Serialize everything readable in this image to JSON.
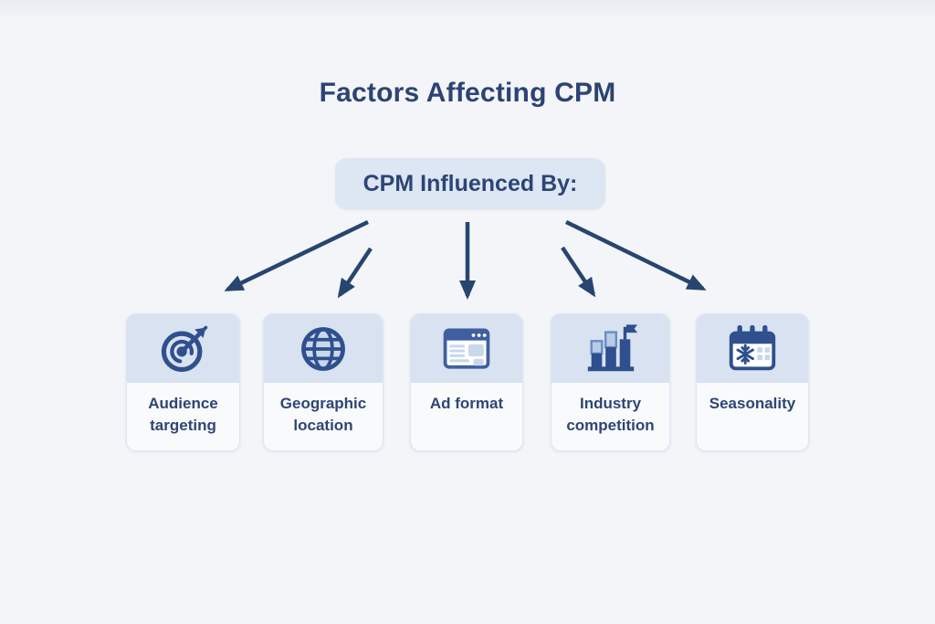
{
  "title": "Factors Affecting CPM",
  "root_box": {
    "label": "CPM Influenced By:"
  },
  "factors": [
    {
      "label": "Audience targeting",
      "icon": "target-icon"
    },
    {
      "label": "Geographic location",
      "icon": "globe-icon"
    },
    {
      "label": "Ad format",
      "icon": "browser-window-icon"
    },
    {
      "label": "Industry competition",
      "icon": "bar-chart-flag-icon"
    },
    {
      "label": "Seasonality",
      "icon": "calendar-snowflake-icon"
    }
  ],
  "colors": {
    "bg": "#f3f5f8",
    "navy": "#2c4373",
    "arrow": "#27456f",
    "icon-blue": "#2f4f8e",
    "icon-light": "#c9d8ec",
    "box-bg": "#dde6f3",
    "card-bg": "#f8fafc",
    "card-icon-bg": "#d8e2f0",
    "card-border": "#dee6f1"
  }
}
